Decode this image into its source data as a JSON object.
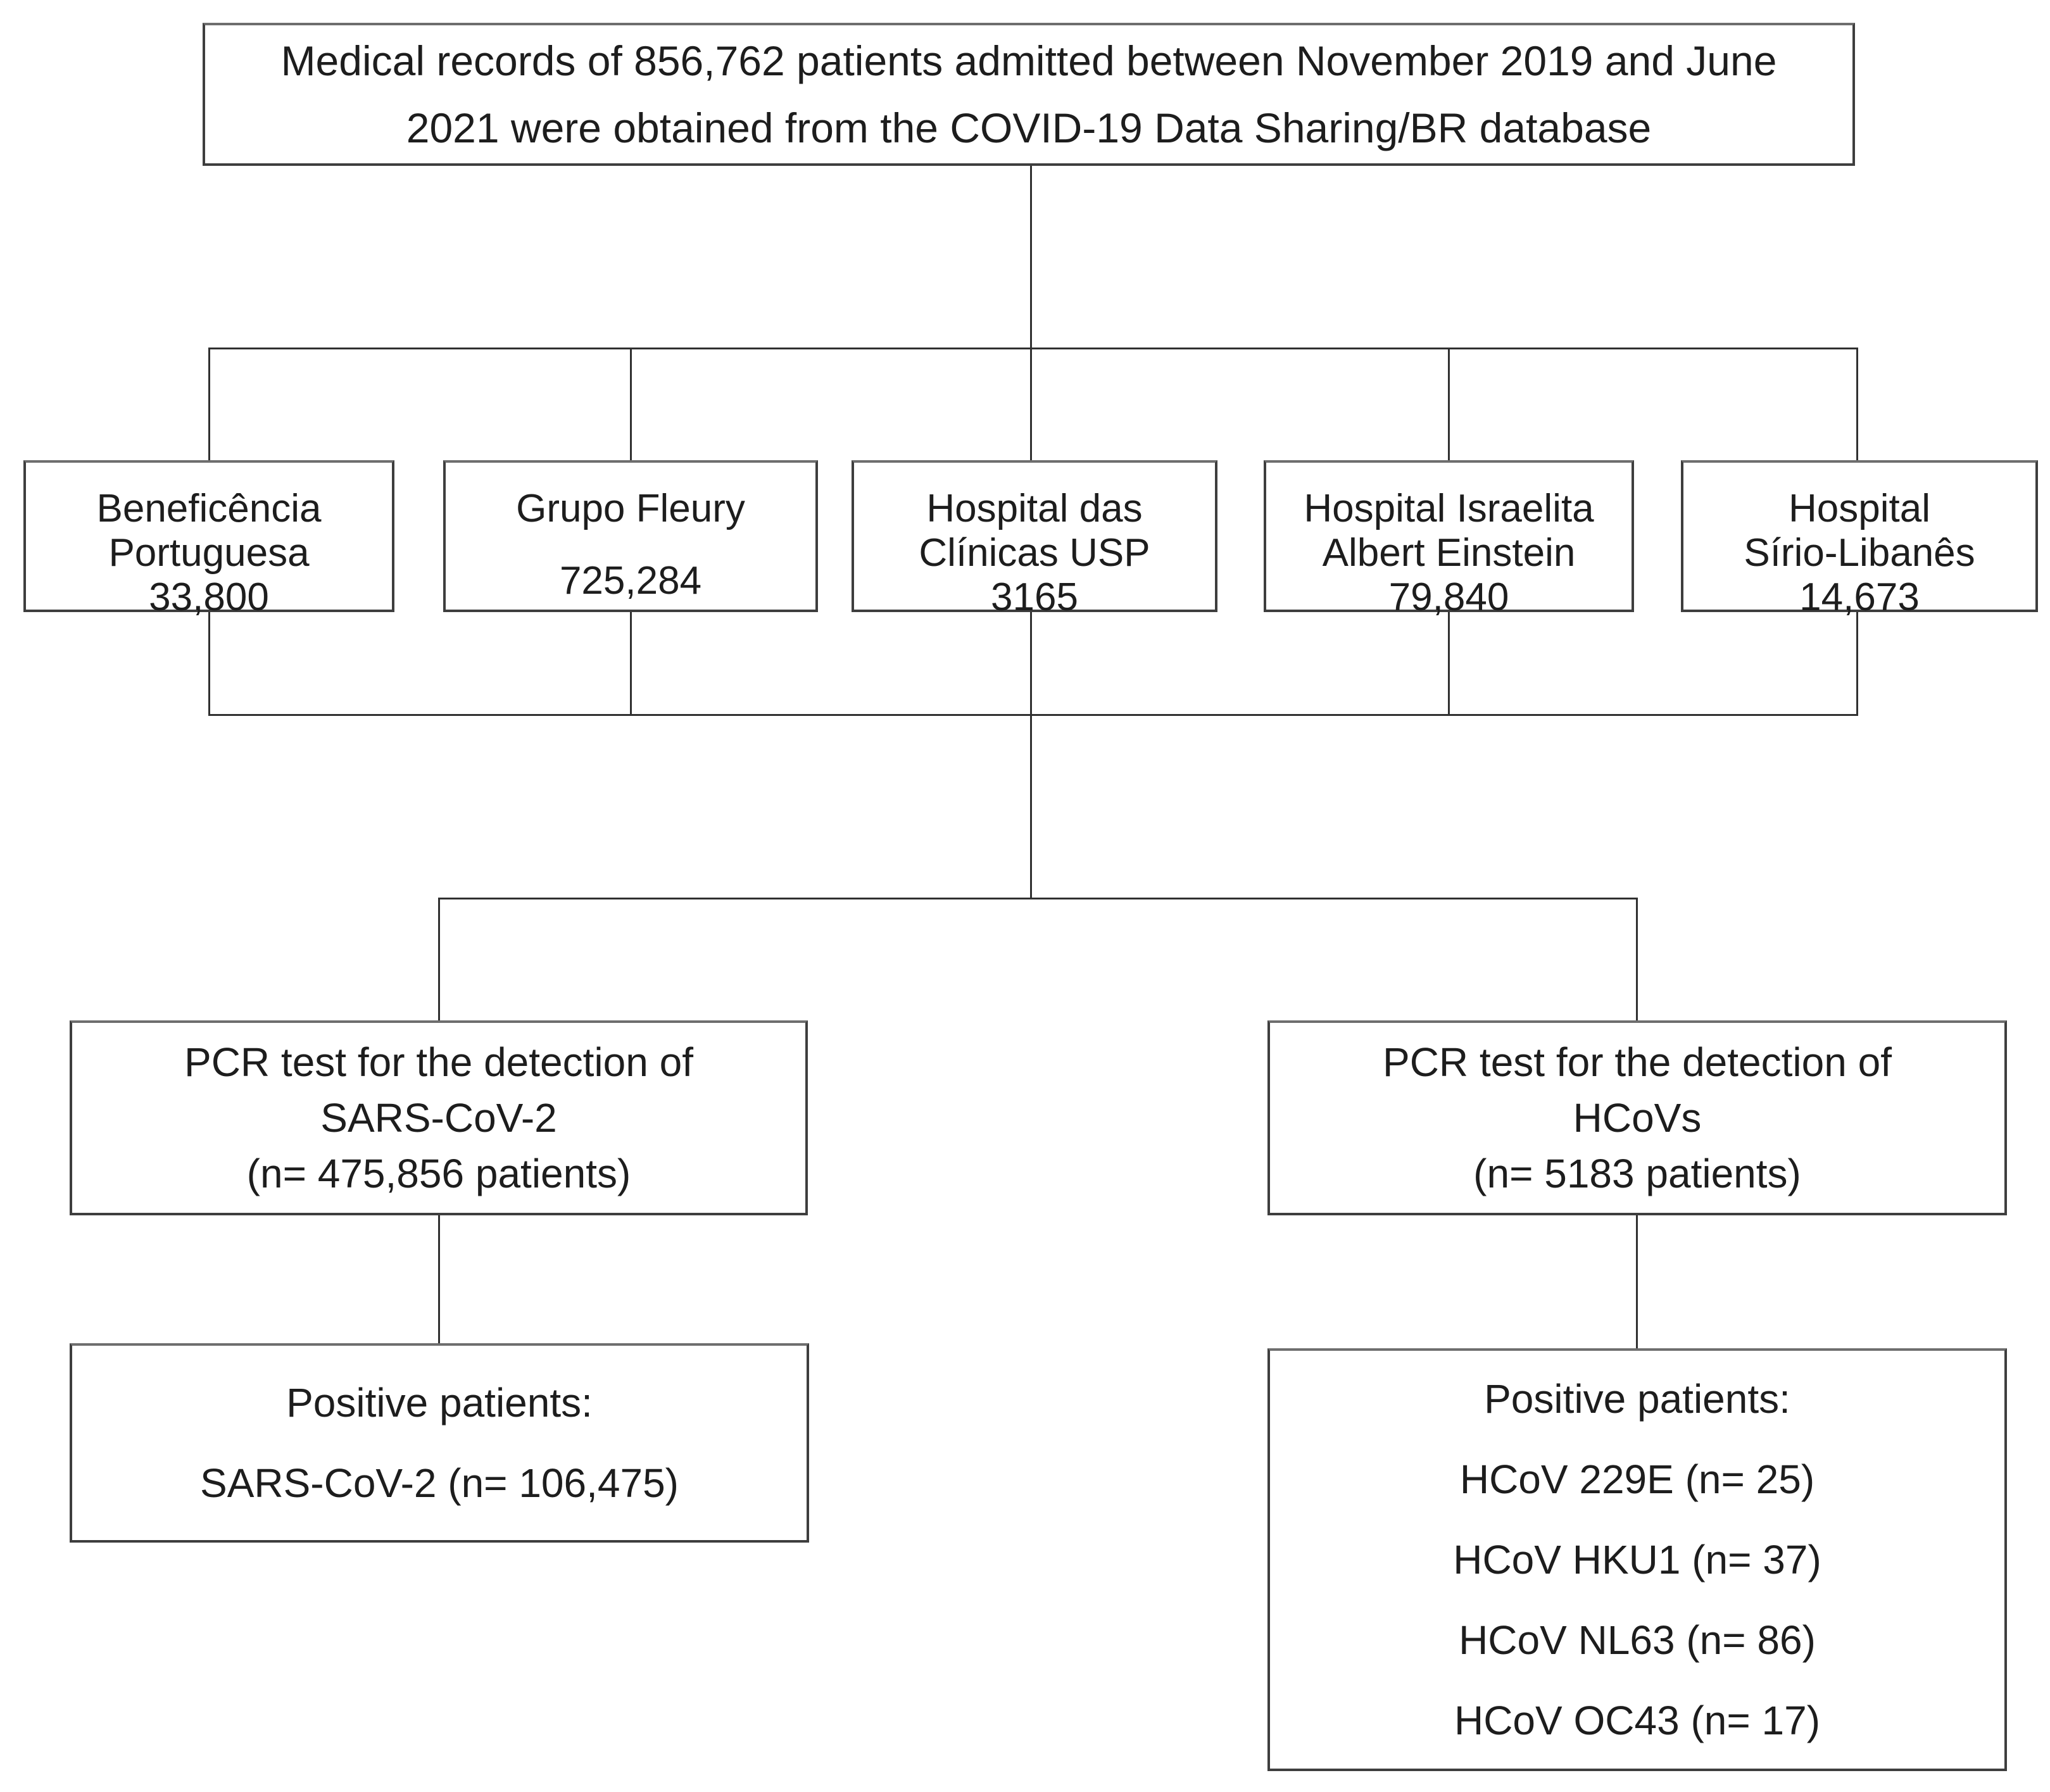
{
  "figure": {
    "database_box": {
      "lines": [
        "Medical records of 856,762 patients admitted between November 2019 and June",
        "2021 were obtained from the COVID-19 Data Sharing/BR database"
      ]
    },
    "hospitals": [
      {
        "name_lines": [
          "Beneficência",
          "Portuguesa"
        ],
        "count": "33,800"
      },
      {
        "name_lines": [
          "Grupo Fleury"
        ],
        "count": "725,284"
      },
      {
        "name_lines": [
          "Hospital das",
          "Clínicas USP"
        ],
        "count": "3165"
      },
      {
        "name_lines": [
          "Hospital Israelita",
          "Albert Einstein"
        ],
        "count": "79,840"
      },
      {
        "name_lines": [
          "Hospital",
          "Sírio-Libanês"
        ],
        "count": "14,673"
      }
    ],
    "pcr_boxes": [
      {
        "lines": [
          "PCR test for the detection of",
          "SARS-CoV-2",
          "(n= 475,856 patients)"
        ]
      },
      {
        "lines": [
          "PCR test for the detection of",
          "HCoVs",
          "(n= 5183 patients)"
        ]
      }
    ],
    "positive_boxes": [
      {
        "header": "Positive patients:",
        "entries": [
          "SARS-CoV-2 (n= 106,475)"
        ]
      },
      {
        "header": "Positive patients:",
        "entries": [
          "HCoV 229E (n= 25)",
          "HCoV HKU1 (n= 37)",
          "HCoV NL63 (n= 86)",
          "HCoV OC43 (n= 17)"
        ]
      }
    ]
  },
  "colors": {
    "background": "#ffffff",
    "box_border": "#3e3e3e",
    "connector_line": "#303030",
    "text": "#1d1d1d"
  }
}
